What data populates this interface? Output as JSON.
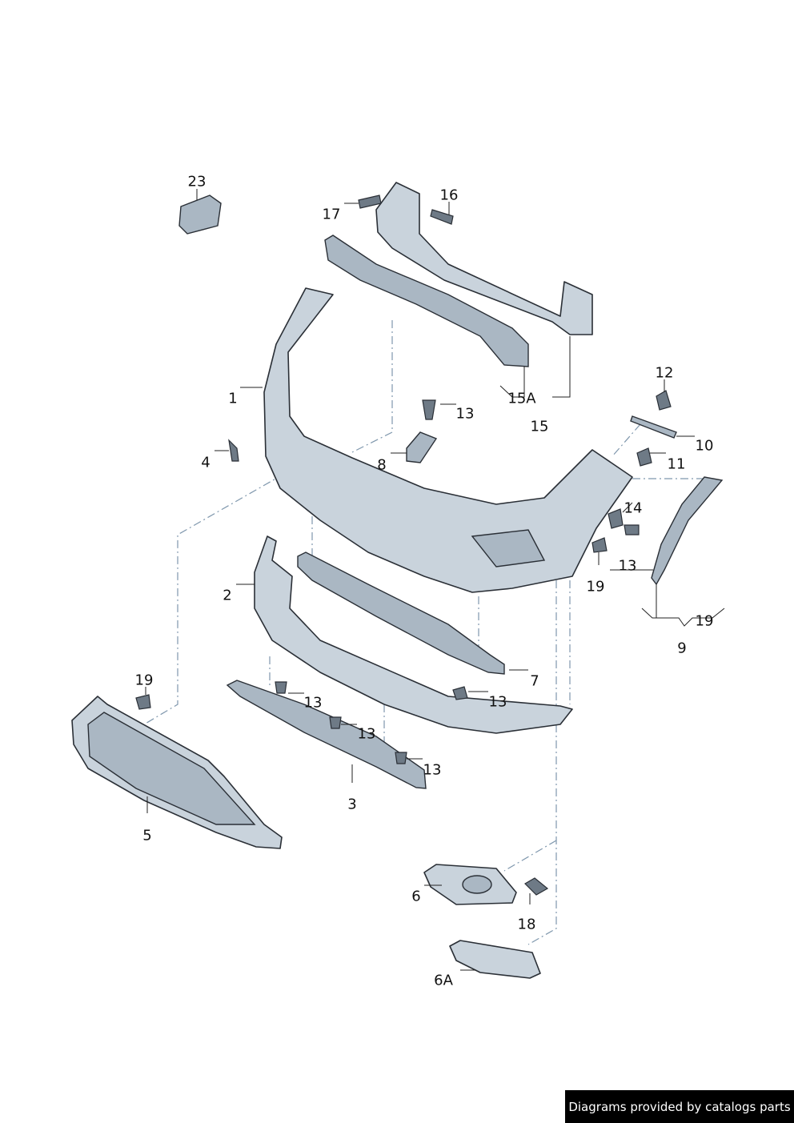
{
  "diagram": {
    "labels": [
      "23",
      "17",
      "16",
      "1",
      "15A",
      "15",
      "12",
      "13",
      "4",
      "8",
      "10",
      "11",
      "14",
      "13",
      "19",
      "2",
      "19",
      "9",
      "7",
      "19",
      "13",
      "13",
      "13",
      "13",
      "3",
      "5",
      "6",
      "18",
      "6A"
    ]
  },
  "footer": {
    "text": "Diagrams provided by catalogs parts"
  }
}
